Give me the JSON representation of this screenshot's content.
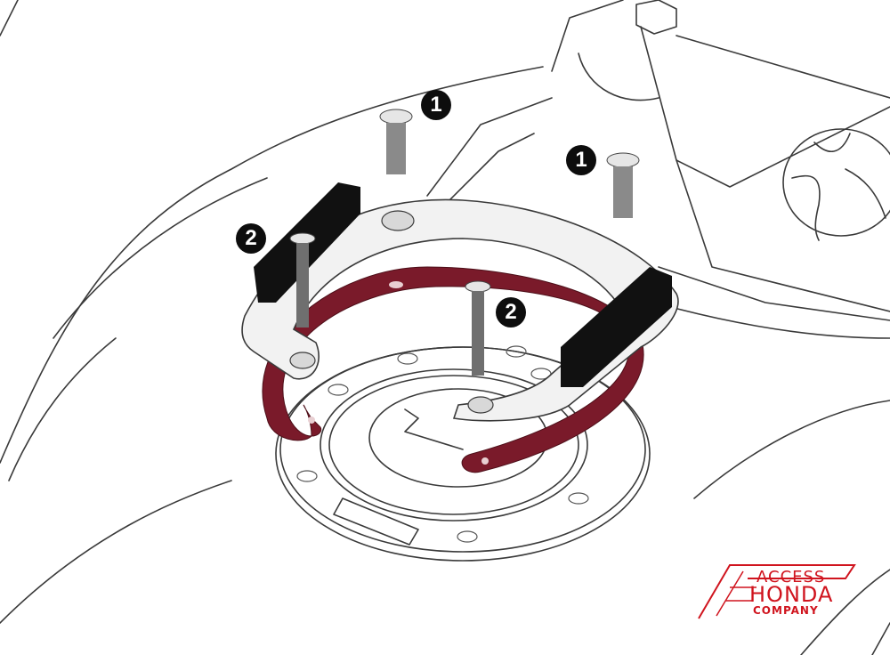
{
  "diagram": {
    "subject": "Tank ring installation on motorcycle fuel tank filler cap",
    "colors": {
      "line_art": "#3a3a3a",
      "strap": "#7a1a2a",
      "pad": "#111111",
      "metal_ring": "#f2f2f2",
      "logo": "#d0141e",
      "callout_bg": "#0d0d0d"
    },
    "callouts": [
      {
        "id": "c1a",
        "label": "1",
        "target": "bolt near steering head (left)"
      },
      {
        "id": "c1b",
        "label": "1",
        "target": "bolt near steering head (right)"
      },
      {
        "id": "c2a",
        "label": "2",
        "target": "long screw, left bracket"
      },
      {
        "id": "c2b",
        "label": "2",
        "target": "long screw, center"
      }
    ]
  },
  "watermark": {
    "line1": "ACCESS",
    "line2": "HONDA",
    "line3": "COMPANY"
  }
}
